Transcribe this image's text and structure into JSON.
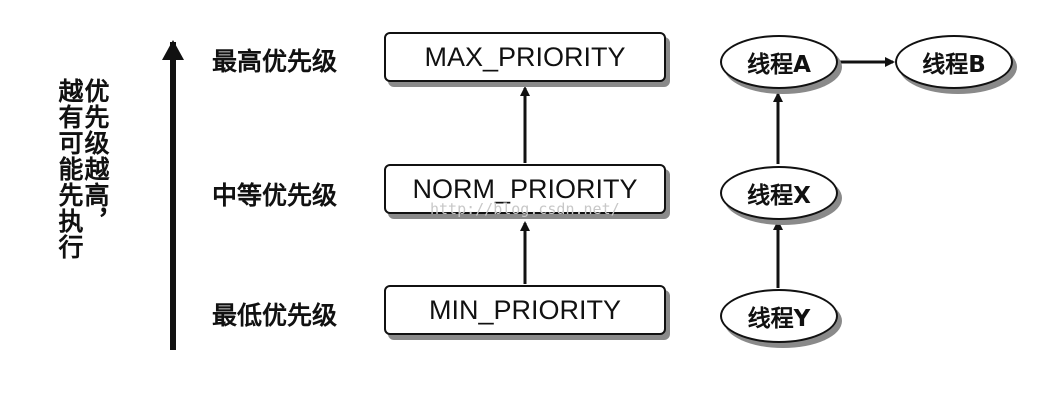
{
  "axis_label": {
    "line1": "优先级越高，",
    "line2": "越有可能先执行"
  },
  "levels": [
    {
      "label": "最高优先级",
      "constant": "MAX_PRIORITY"
    },
    {
      "label": "中等优先级",
      "constant": "NORM_PRIORITY"
    },
    {
      "label": "最低优先级",
      "constant": "MIN_PRIORITY"
    }
  ],
  "threads": {
    "a": "线程A",
    "b": "线程B",
    "x": "线程X",
    "y": "线程Y"
  },
  "watermark": "http://blog.csdn.net/"
}
